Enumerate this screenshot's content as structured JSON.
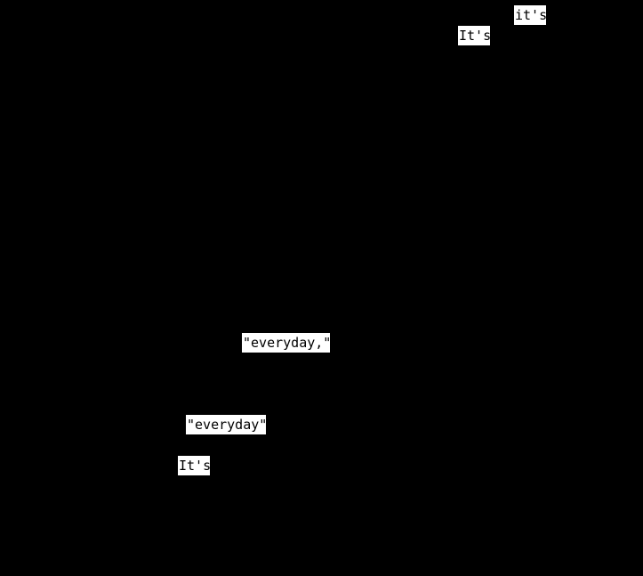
{
  "words": [
    {
      "text": "it's"
    },
    {
      "text": "It's"
    },
    {
      "text": "\"everyday,\""
    },
    {
      "text": "\"everyday\""
    },
    {
      "text": "It's"
    }
  ],
  "colors": {
    "background": "#000000",
    "word_background": "#ffffff",
    "word_text": "#000000"
  }
}
